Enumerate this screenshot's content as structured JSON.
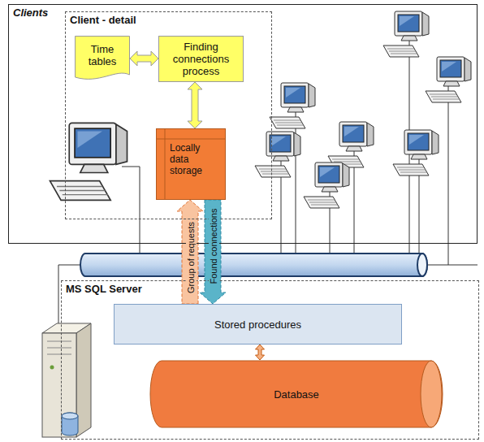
{
  "diagram": {
    "nodes": [
      {
        "text": [
          "Clients"
        ]
      },
      {
        "text": [
          "Client - detail"
        ],
        "in": 0
      },
      {
        "text": [
          "Time tables"
        ],
        "in": 1
      },
      {
        "text": [
          "Finding connections process"
        ],
        "in": 1
      },
      {
        "text": [
          "Locally data storage"
        ],
        "in": 1
      },
      {
        "text": [
          "MS SQL Server"
        ]
      },
      {
        "text": [
          "Stored procedures"
        ],
        "in": 5
      },
      {
        "text": [
          "Database"
        ],
        "in": 5
      }
    ],
    "edges": [
      {
        "from": 2,
        "to": 3,
        "arrow": "both"
      },
      {
        "from": 3,
        "to": 4,
        "arrow": "both"
      },
      {
        "from": 6,
        "to": 4,
        "label": "Group of requests",
        "arrow": "to"
      },
      {
        "from": 4,
        "to": 6,
        "label": "Found connections",
        "arrow": "to"
      },
      {
        "from": 6,
        "to": 7,
        "arrow": "both"
      }
    ]
  }
}
